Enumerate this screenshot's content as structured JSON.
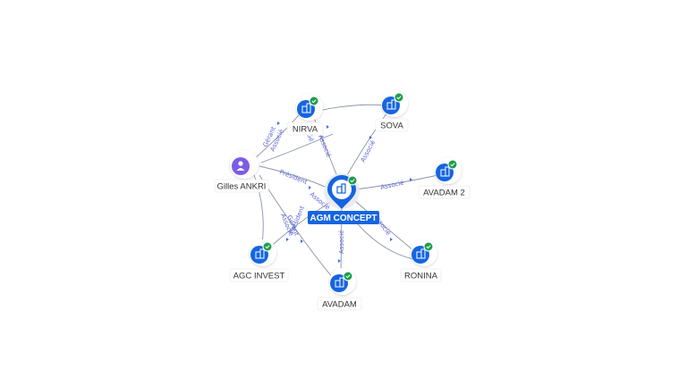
{
  "graph": {
    "center": {
      "label": "AGM CONCEPT"
    },
    "person": {
      "label": "Gilles ANKRI"
    },
    "companies": [
      {
        "key": "nirva",
        "label": "NIRVA"
      },
      {
        "key": "sova",
        "label": "SOVA"
      },
      {
        "key": "avadam2",
        "label": "AVADAM 2"
      },
      {
        "key": "ronina",
        "label": "RONINA"
      },
      {
        "key": "avadam",
        "label": "AVADAM"
      },
      {
        "key": "agcinvest",
        "label": "AGC INVEST"
      }
    ],
    "edge_labels": {
      "gerant_nirva": "Gérant",
      "associe_nirva": "Associé",
      "associe_center_nirva": "Associé",
      "ge_center_nirva": "Gé",
      "associe_sova": "Associé",
      "associe_avadam2": "Associé",
      "associe_ronina": "Associé",
      "associe_avadam": "Associé",
      "president_center": "Président",
      "associe_center_person": "Associé",
      "gerant_agc": "Gérant",
      "associe_agc": "Associé",
      "president_avadam": "Président"
    },
    "colors": {
      "accent": "#1565e0",
      "check": "#1e9e4a",
      "person": "#7c5ce6",
      "edge_text": "#5b63d4"
    }
  }
}
